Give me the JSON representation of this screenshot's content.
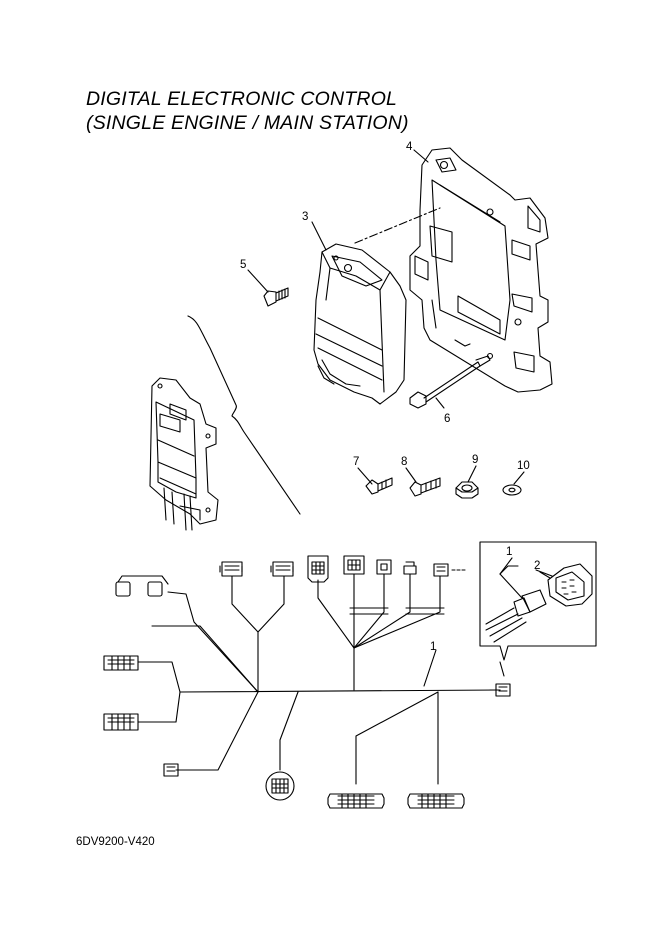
{
  "title": {
    "line1": "DIGITAL ELECTRONIC CONTROL",
    "line2": "(SINGLE ENGINE / MAIN STATION)"
  },
  "diagram_code": "6DV9200-V420",
  "callouts": [
    "1",
    "2",
    "3",
    "4",
    "5",
    "6",
    "7",
    "8",
    "9",
    "10",
    "1"
  ]
}
